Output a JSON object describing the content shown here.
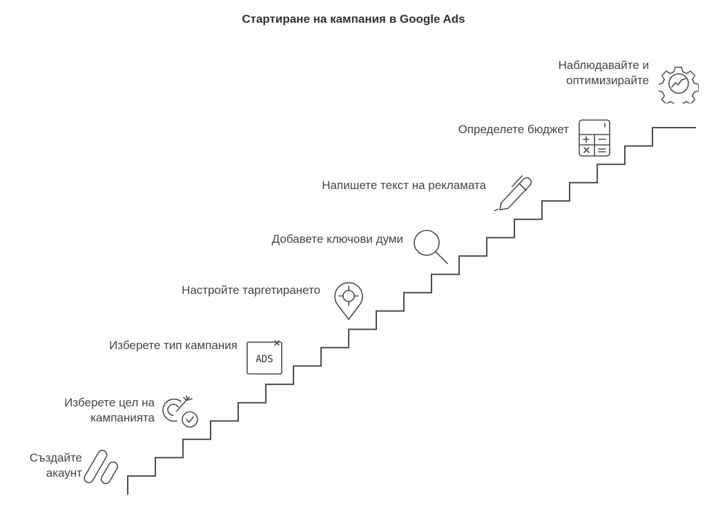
{
  "title": "Стартиране на кампания в Google Ads",
  "steps": [
    {
      "label": "Създайте акаунт",
      "icon": "google-ads-logo-icon"
    },
    {
      "label": "Изберете цел на кампанията",
      "icon": "target-check-icon"
    },
    {
      "label": "Изберете тип кампания",
      "icon": "ads-window-icon"
    },
    {
      "label": "Настройте таргетирането",
      "icon": "location-target-icon"
    },
    {
      "label": "Добавете ключови думи",
      "icon": "magnifier-icon"
    },
    {
      "label": "Напишете текст на рекламата",
      "icon": "pen-icon"
    },
    {
      "label": "Определете бюджет",
      "icon": "calculator-icon"
    },
    {
      "label": "Наблюдавайте и оптимизирайте",
      "icon": "gear-chart-icon"
    }
  ],
  "ads_text": "ADS",
  "stroke_color": "#4a4a4a"
}
